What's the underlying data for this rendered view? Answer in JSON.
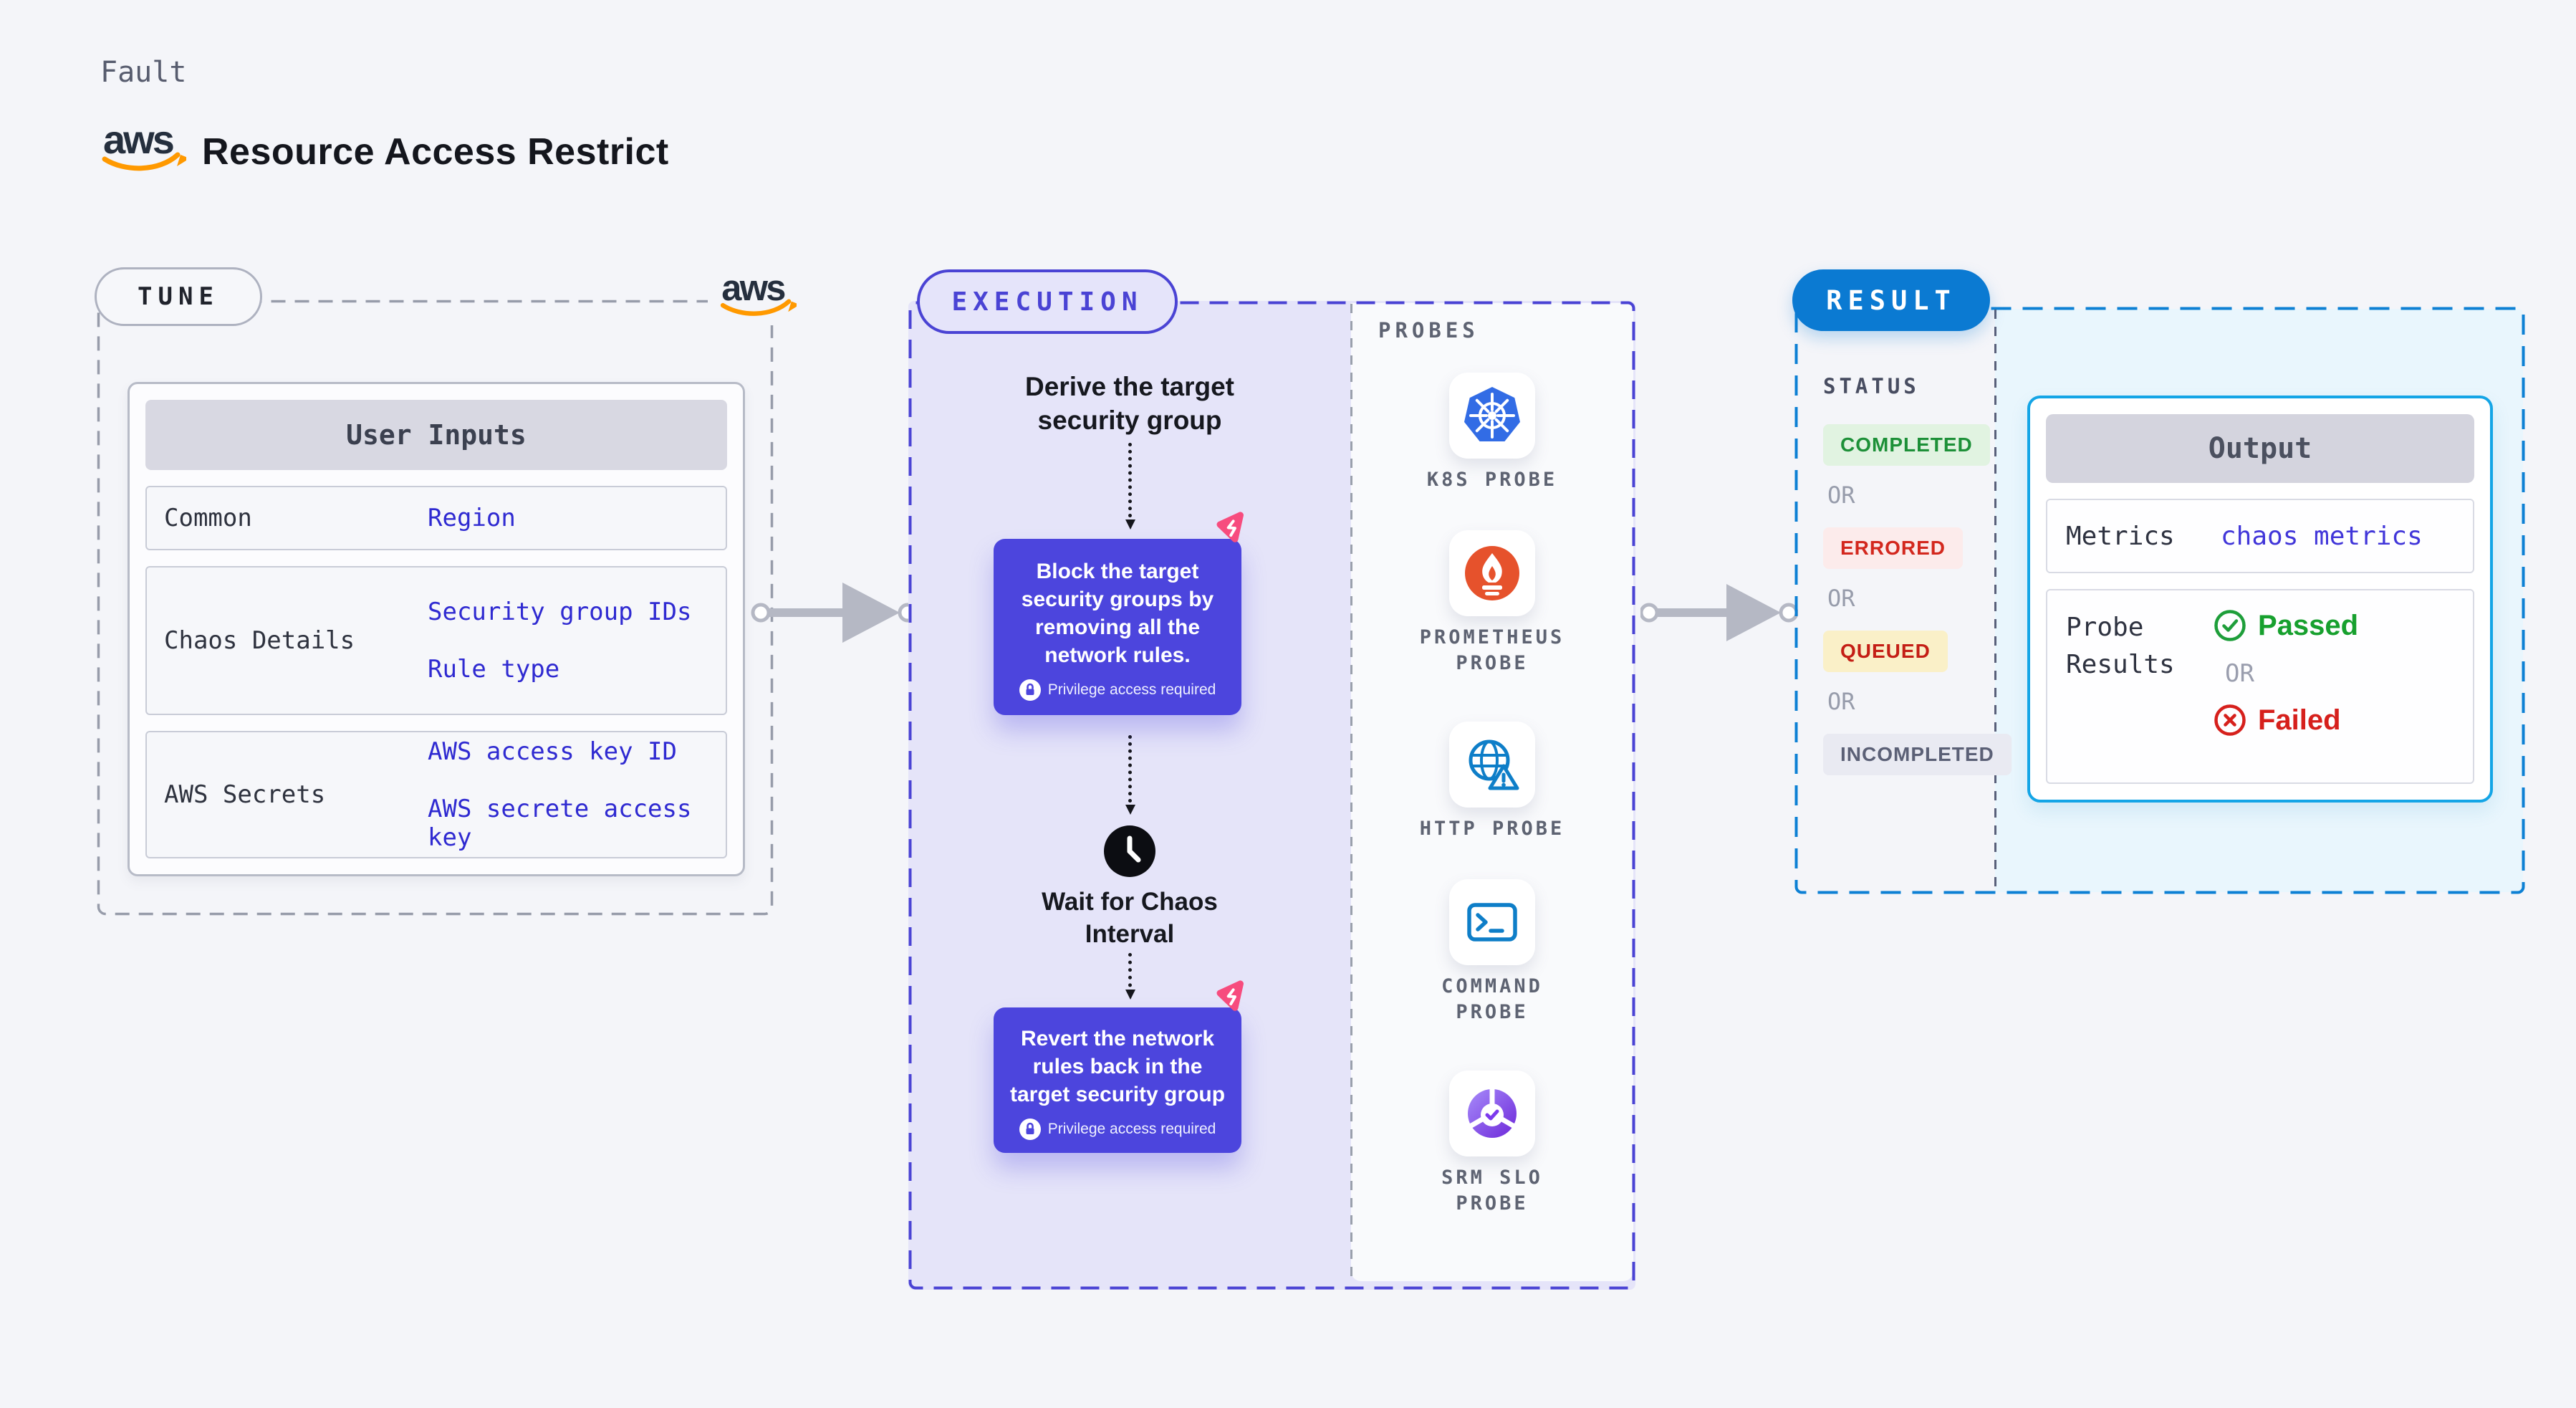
{
  "header": {
    "kicker": "Fault",
    "title": "Resource Access Restrict",
    "aws_logo_text": "aws"
  },
  "accent_colors": {
    "tune_gray": "#979caa",
    "execution_indigo": "#4a43d4",
    "execution_panel": "#e5e4f9",
    "chaos_card_indigo": "#4c45dd",
    "litmus_pink": "#f74c7e",
    "result_blue": "#0b7ad2",
    "result_panel": "#e9f6fd",
    "output_border_cyan": "#14a5e6",
    "input_value_blue": "#2f2ad1",
    "aws_orange": "#ff9900"
  },
  "tune": {
    "label": "TUNE",
    "card_title": "User Inputs",
    "rows": [
      {
        "label": "Common",
        "values": [
          "Region"
        ]
      },
      {
        "label": "Chaos Details",
        "values": [
          "Security group IDs",
          "Rule type"
        ]
      },
      {
        "label": "AWS Secrets",
        "values": [
          "AWS access key ID",
          "AWS secrete access key"
        ]
      }
    ]
  },
  "execution": {
    "label": "EXECUTION",
    "derive_step": "Derive the target security group",
    "block_step": {
      "text": "Block the target security groups by removing all the network rules.",
      "badge": "Privilege access required"
    },
    "wait_step": "Wait for Chaos Interval",
    "revert_step": {
      "text": "Revert the network rules back in the target security group",
      "badge": "Privilege access required"
    }
  },
  "probes": {
    "label": "PROBES",
    "items": [
      {
        "name": "K8S PROBE",
        "icon": "kubernetes-icon"
      },
      {
        "name": "PROMETHEUS PROBE",
        "icon": "prometheus-icon"
      },
      {
        "name": "HTTP PROBE",
        "icon": "http-globe-icon"
      },
      {
        "name": "COMMAND PROBE",
        "icon": "terminal-icon"
      },
      {
        "name": "SRM SLO PROBE",
        "icon": "srm-slo-icon"
      }
    ]
  },
  "result": {
    "label": "RESULT",
    "status": {
      "heading": "STATUS",
      "or": "OR",
      "badges": [
        {
          "text": "COMPLETED",
          "color": "#1d9038",
          "bg": "#e1f3e1"
        },
        {
          "text": "ERRORED",
          "color": "#d3281e",
          "bg": "#fcebeb"
        },
        {
          "text": "QUEUED",
          "color": "#c41e15",
          "bg": "#faf0c8"
        },
        {
          "text": "INCOMPLETED",
          "color": "#5b6076",
          "bg": "#e9eaf2"
        }
      ]
    },
    "output": {
      "title": "Output",
      "metrics_label": "Metrics",
      "metrics_value": "chaos metrics",
      "probe_results_label": "Probe Results",
      "passed": "Passed",
      "or": "OR",
      "failed": "Failed",
      "passed_color": "#17a02e",
      "failed_color": "#d6201c",
      "metrics_value_color": "#4136d9"
    }
  }
}
